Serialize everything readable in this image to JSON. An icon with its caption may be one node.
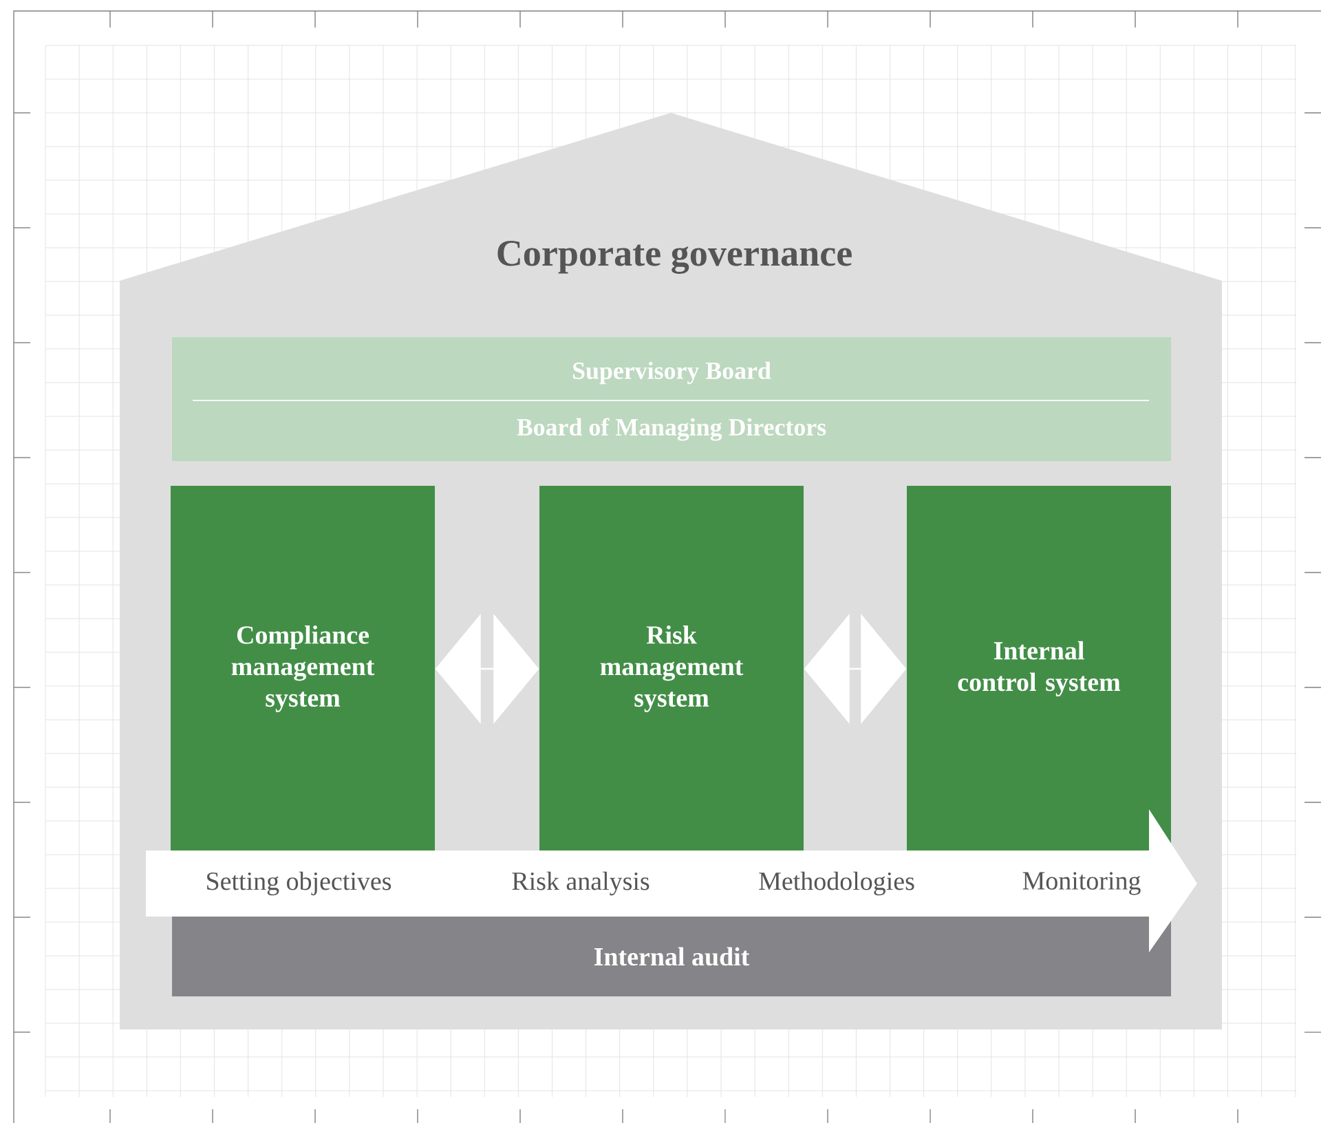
{
  "diagram": {
    "nodes": [
      {
        "text": [
          "Corporate governance"
        ]
      },
      {
        "text": [
          "Supervisory Board",
          "Board of Managing Directors"
        ],
        "in": 0
      },
      {
        "text": [
          "Compliance management system"
        ],
        "in": 0
      },
      {
        "text": [
          "Risk management system"
        ],
        "in": 0
      },
      {
        "text": [
          "Internal control system"
        ],
        "in": 0
      },
      {
        "text": [
          "Setting objectives",
          "Risk analysis",
          "Methodologies",
          "Monitoring"
        ],
        "in": 0
      },
      {
        "text": [
          "Internal audit"
        ],
        "in": 0
      }
    ],
    "edges": [
      {
        "from": 2,
        "to": 3,
        "arrow": "both"
      },
      {
        "from": 3,
        "to": 4,
        "arrow": "both"
      }
    ]
  }
}
